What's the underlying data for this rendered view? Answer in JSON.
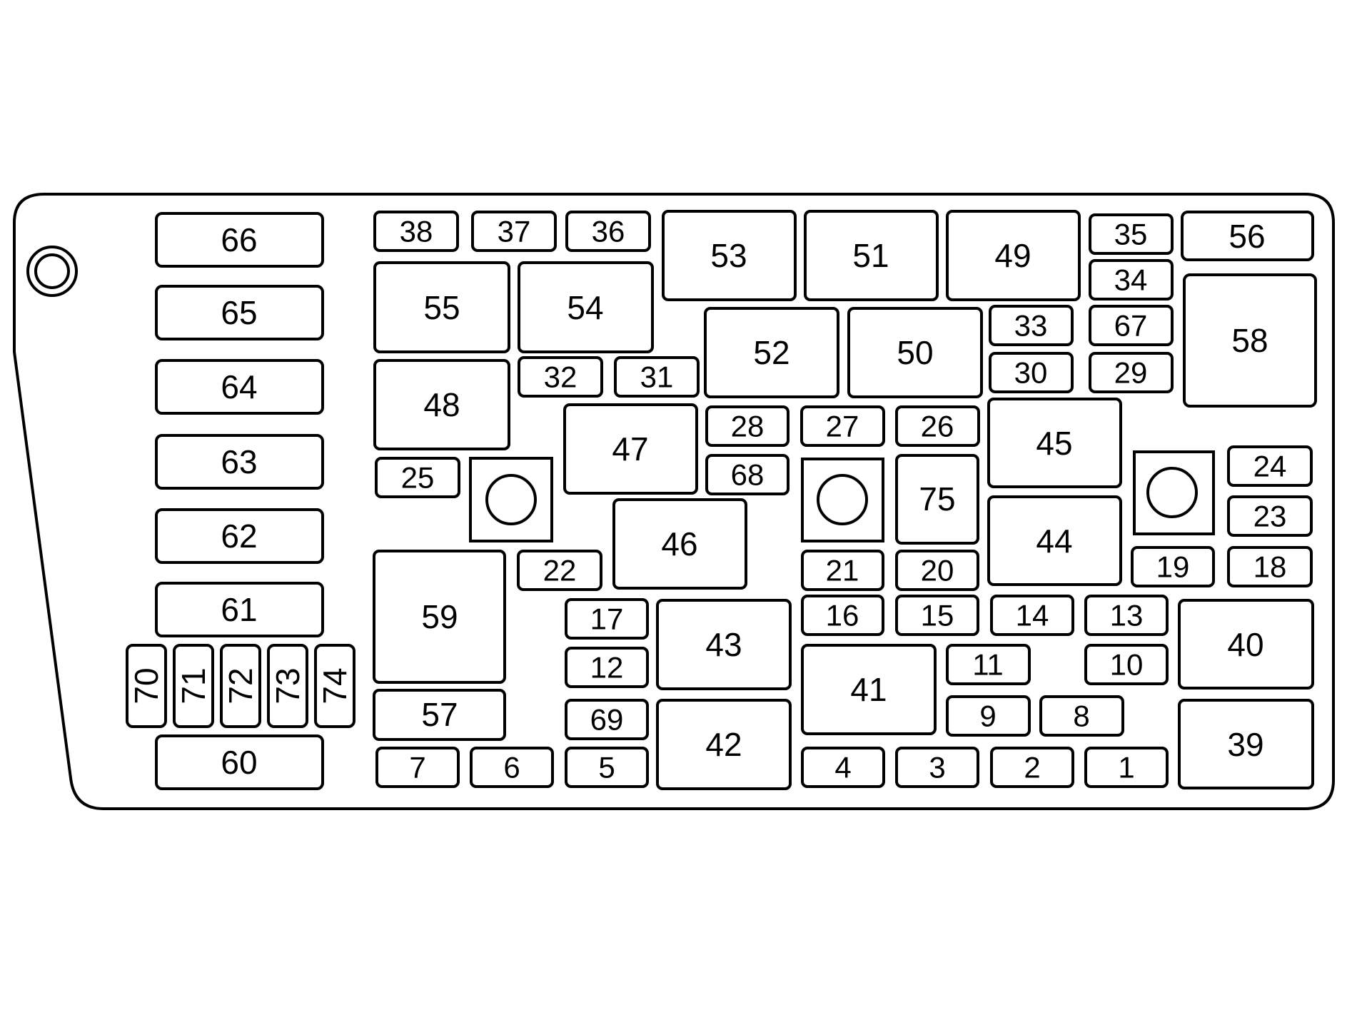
{
  "diagram": {
    "labels": {
      "f1": "1",
      "f2": "2",
      "f3": "3",
      "f4": "4",
      "f5": "5",
      "f6": "6",
      "f7": "7",
      "f8": "8",
      "f9": "9",
      "f10": "10",
      "f11": "11",
      "f12": "12",
      "f13": "13",
      "f14": "14",
      "f15": "15",
      "f16": "16",
      "f17": "17",
      "f18": "18",
      "f19": "19",
      "f20": "20",
      "f21": "21",
      "f22": "22",
      "f23": "23",
      "f24": "24",
      "f25": "25",
      "f26": "26",
      "f27": "27",
      "f28": "28",
      "f29": "29",
      "f30": "30",
      "f31": "31",
      "f32": "32",
      "f33": "33",
      "f34": "34",
      "f35": "35",
      "f36": "36",
      "f37": "37",
      "f38": "38",
      "f39": "39",
      "f40": "40",
      "f41": "41",
      "f42": "42",
      "f43": "43",
      "f44": "44",
      "f45": "45",
      "f46": "46",
      "f47": "47",
      "f48": "48",
      "f49": "49",
      "f50": "50",
      "f51": "51",
      "f52": "52",
      "f53": "53",
      "f54": "54",
      "f55": "55",
      "f56": "56",
      "f57": "57",
      "f58": "58",
      "f59": "59",
      "f60": "60",
      "f61": "61",
      "f62": "62",
      "f63": "63",
      "f64": "64",
      "f65": "65",
      "f66": "66",
      "f67": "67",
      "f68": "68",
      "f69": "69",
      "f70": "70",
      "f71": "71",
      "f72": "72",
      "f73": "73",
      "f74": "74",
      "f75": "75"
    },
    "colors": {
      "line": "#000000",
      "fill": "#ffffff"
    }
  }
}
